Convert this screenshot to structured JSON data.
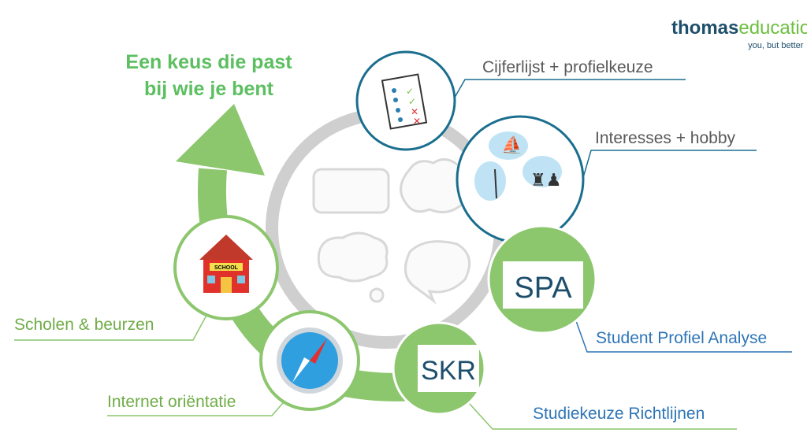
{
  "title": {
    "line1": "Een keus die past",
    "line2": "bij wie je bent"
  },
  "logo": {
    "name_bold": "thomas",
    "name_light": "education",
    "tagline": "you, but better"
  },
  "steps": [
    {
      "label": "Cijferlijst + profielkeuze",
      "icon": "checklist-icon"
    },
    {
      "label": "Interesses + hobby",
      "icon": "hobbies-icon"
    },
    {
      "label": "Student Profiel Analyse",
      "icon": "spa-logo",
      "logo_text": "SPA"
    },
    {
      "label": "Studiekeuze Richtlijnen",
      "icon": "skr-logo",
      "logo_text": "SKR"
    },
    {
      "label": "Internet oriëntatie",
      "icon": "compass-icon"
    },
    {
      "label": "Scholen & beurzen",
      "icon": "school-icon",
      "sign": "SCHOOL"
    }
  ],
  "colors": {
    "green": "#8cc66d",
    "blue": "#1a6e8e",
    "gray_ring": "#cfcfcf",
    "label_blue": "#2e75b6",
    "label_gray": "#595959",
    "label_green": "#70ad47"
  }
}
